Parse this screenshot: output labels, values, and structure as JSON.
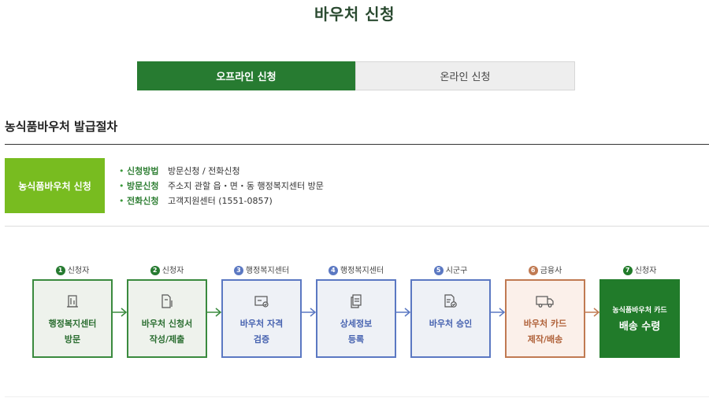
{
  "header": {
    "title": "바우처 신청"
  },
  "tabs": [
    {
      "label": "오프라인 신청",
      "active": true
    },
    {
      "label": "온라인 신청",
      "active": false
    }
  ],
  "section": {
    "title": "농식품바우처 발급절차"
  },
  "apply": {
    "badge": "농식품바우처 신청",
    "items": [
      {
        "label": "신청방법",
        "value": "방문신청 / 전화신청"
      },
      {
        "label": "방문신청",
        "value": "주소지 관할 읍・면・동 행정복지센터 방문"
      },
      {
        "label": "전화신청",
        "value": "고객지원센터 (1551-0857)"
      }
    ]
  },
  "steps": [
    {
      "num": "1",
      "actor": "신청자",
      "line1": "행정복지센터",
      "line2": "방문",
      "icon": "building-icon",
      "color": "green"
    },
    {
      "num": "2",
      "actor": "신청자",
      "line1": "바우처 신청서",
      "line2": "작성/제출",
      "icon": "document-pen-icon",
      "color": "green"
    },
    {
      "num": "3",
      "actor": "행정복지센터",
      "line1": "바우처 자격",
      "line2": "검증",
      "icon": "verify-card-icon",
      "color": "blue"
    },
    {
      "num": "4",
      "actor": "행정복지센터",
      "line1": "상세정보",
      "line2": "등록",
      "icon": "documents-icon",
      "color": "blue"
    },
    {
      "num": "5",
      "actor": "시군구",
      "line1": "바우처 승인",
      "line2": "",
      "icon": "approval-icon",
      "color": "blue"
    },
    {
      "num": "6",
      "actor": "금융사",
      "line1": "바우처 카드",
      "line2": "제작/배송",
      "icon": "delivery-truck-icon",
      "color": "orange"
    },
    {
      "num": "7",
      "actor": "신청자",
      "line1": "농식품바우처 카드",
      "line2": "배송 수령",
      "icon": "",
      "color": "final"
    }
  ],
  "colors": {
    "green": "#277b31",
    "lime": "#78bc20",
    "blue": "#5b78c2",
    "orange": "#c07a52",
    "final": "#217b2a"
  }
}
